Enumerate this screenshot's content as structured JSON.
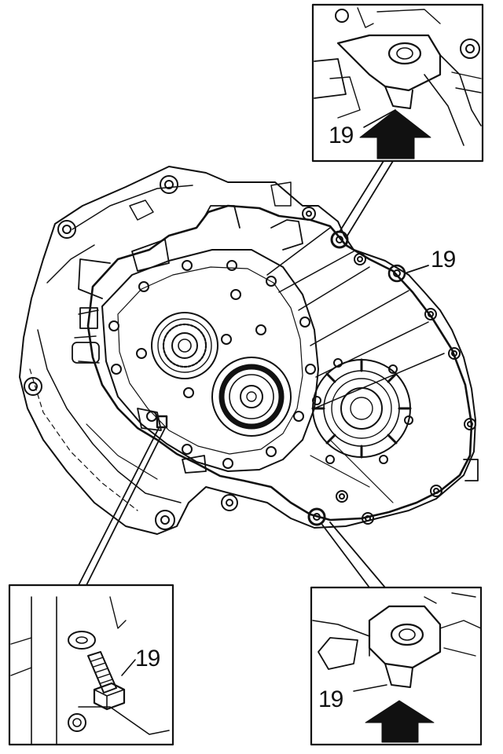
{
  "callouts": {
    "top_inset": "19",
    "housing_right": "19",
    "bottom_left_inset": "19",
    "bottom_right_inset": "19"
  },
  "colors": {
    "line": "#111111",
    "background": "#ffffff",
    "arrow_fill": "#111111"
  },
  "icons": {
    "up_arrow": "up-arrow-icon",
    "bolt": "bolt-icon",
    "mounting_boss": "mounting-boss-icon"
  }
}
